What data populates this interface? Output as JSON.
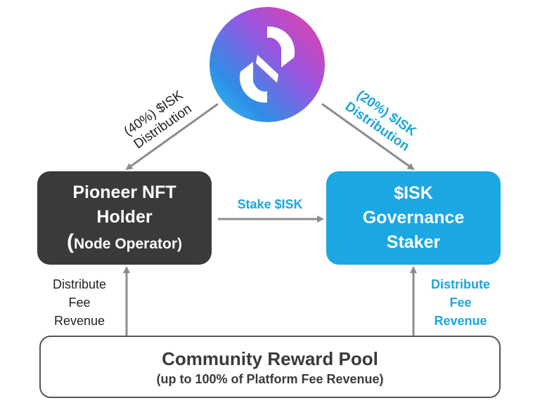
{
  "nodes": {
    "pioneer": {
      "line1": "Pioneer NFT",
      "line2": "Holder",
      "line3_open": "(",
      "line3_text": "Node Operator)"
    },
    "staker": {
      "line1": "$ISK",
      "line2": "Governance",
      "line3": "Staker"
    },
    "pool": {
      "title": "Community Reward Pool",
      "subtitle": "(up to 100% of Platform Fee Revenue)"
    }
  },
  "edges": {
    "left_distribution": {
      "line1": "(40%) $ISK",
      "line2": "Distribution"
    },
    "right_distribution": {
      "line1": "(20%)  $ISK",
      "line2": "Distribution"
    },
    "stake": "Stake $ISK",
    "left_fee": {
      "line1": "Distribute",
      "line2": "Fee",
      "line3": "Revenue"
    },
    "right_fee": {
      "line1": "Distribute",
      "line2": "Fee",
      "line3": "Revenue"
    }
  },
  "colors": {
    "dark_box": "#3a3a3a",
    "accent_blue": "#1aa7e2",
    "arrow_gray": "#8c8c8c",
    "logo_gradient": [
      "#ee3ea0",
      "#9a55e0",
      "#2d8fe6",
      "#38c7ef"
    ]
  },
  "icons": {
    "logo": "isk-logo-icon"
  }
}
